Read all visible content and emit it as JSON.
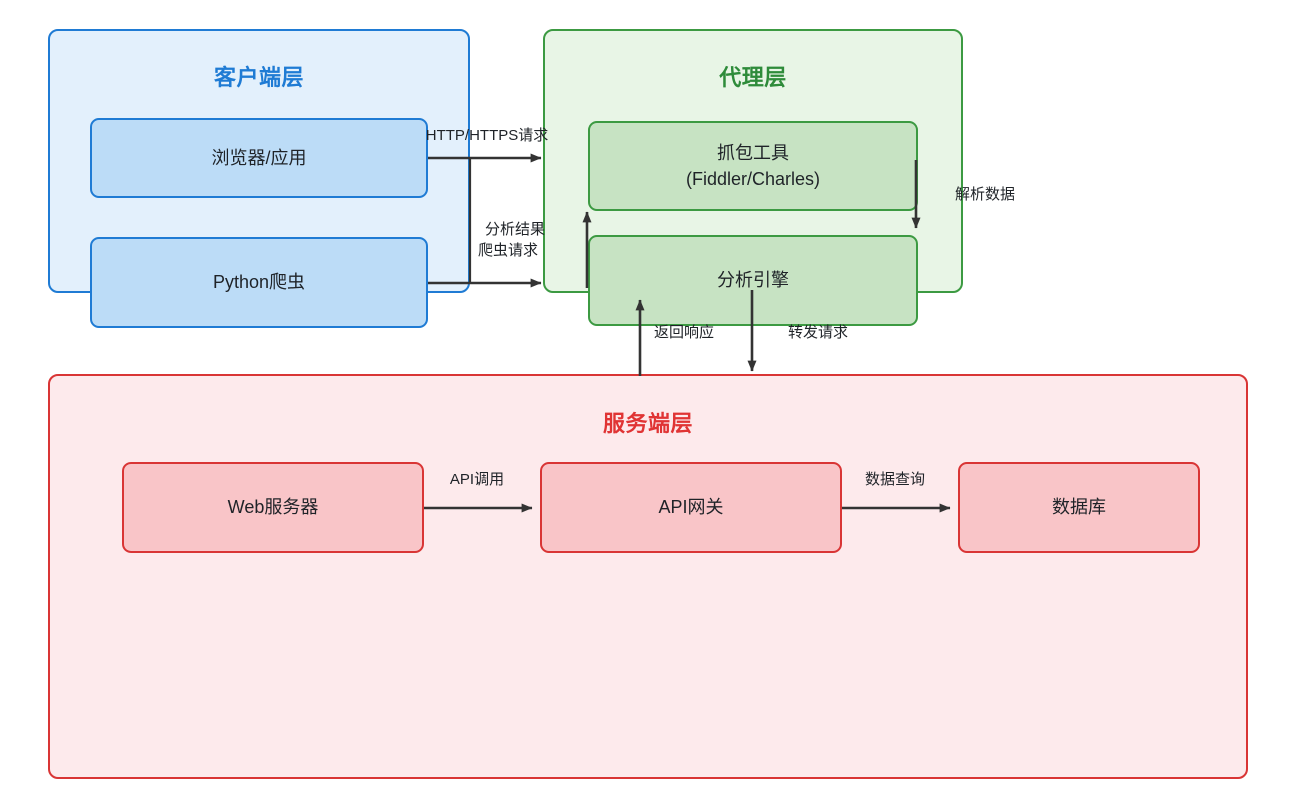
{
  "diagram": {
    "title_client": "客户端层",
    "title_proxy": "代理层",
    "title_server": "服务端层",
    "colors": {
      "client_border": "#1f7bd4",
      "client_fill": "#e3f0fc",
      "client_node_fill": "#bcdcf7",
      "proxy_border": "#3c9a42",
      "proxy_fill": "#e8f5e6",
      "proxy_node_fill": "#c7e3c3",
      "server_border": "#d93535",
      "server_fill": "#fdeaec",
      "server_node_fill": "#f9c5c8",
      "arrow": "#333333",
      "text": "#1f2328"
    },
    "nodes": {
      "browser": "浏览器/应用",
      "spider": "Python爬虫",
      "capture_tool_line1": "抓包工具",
      "capture_tool_line2": "(Fiddler/Charles)",
      "analysis_engine": "分析引擎",
      "web_server": "Web服务器",
      "api_gateway": "API网关",
      "database": "数据库"
    },
    "edges": {
      "http_request": "HTTP/HTTPS请求",
      "analysis_result": "分析结果",
      "spider_request": "爬虫请求",
      "parse_data": "解析数据",
      "return_response": "返回响应",
      "forward_request": "转发请求",
      "api_call": "API调用",
      "data_query": "数据查询"
    }
  }
}
